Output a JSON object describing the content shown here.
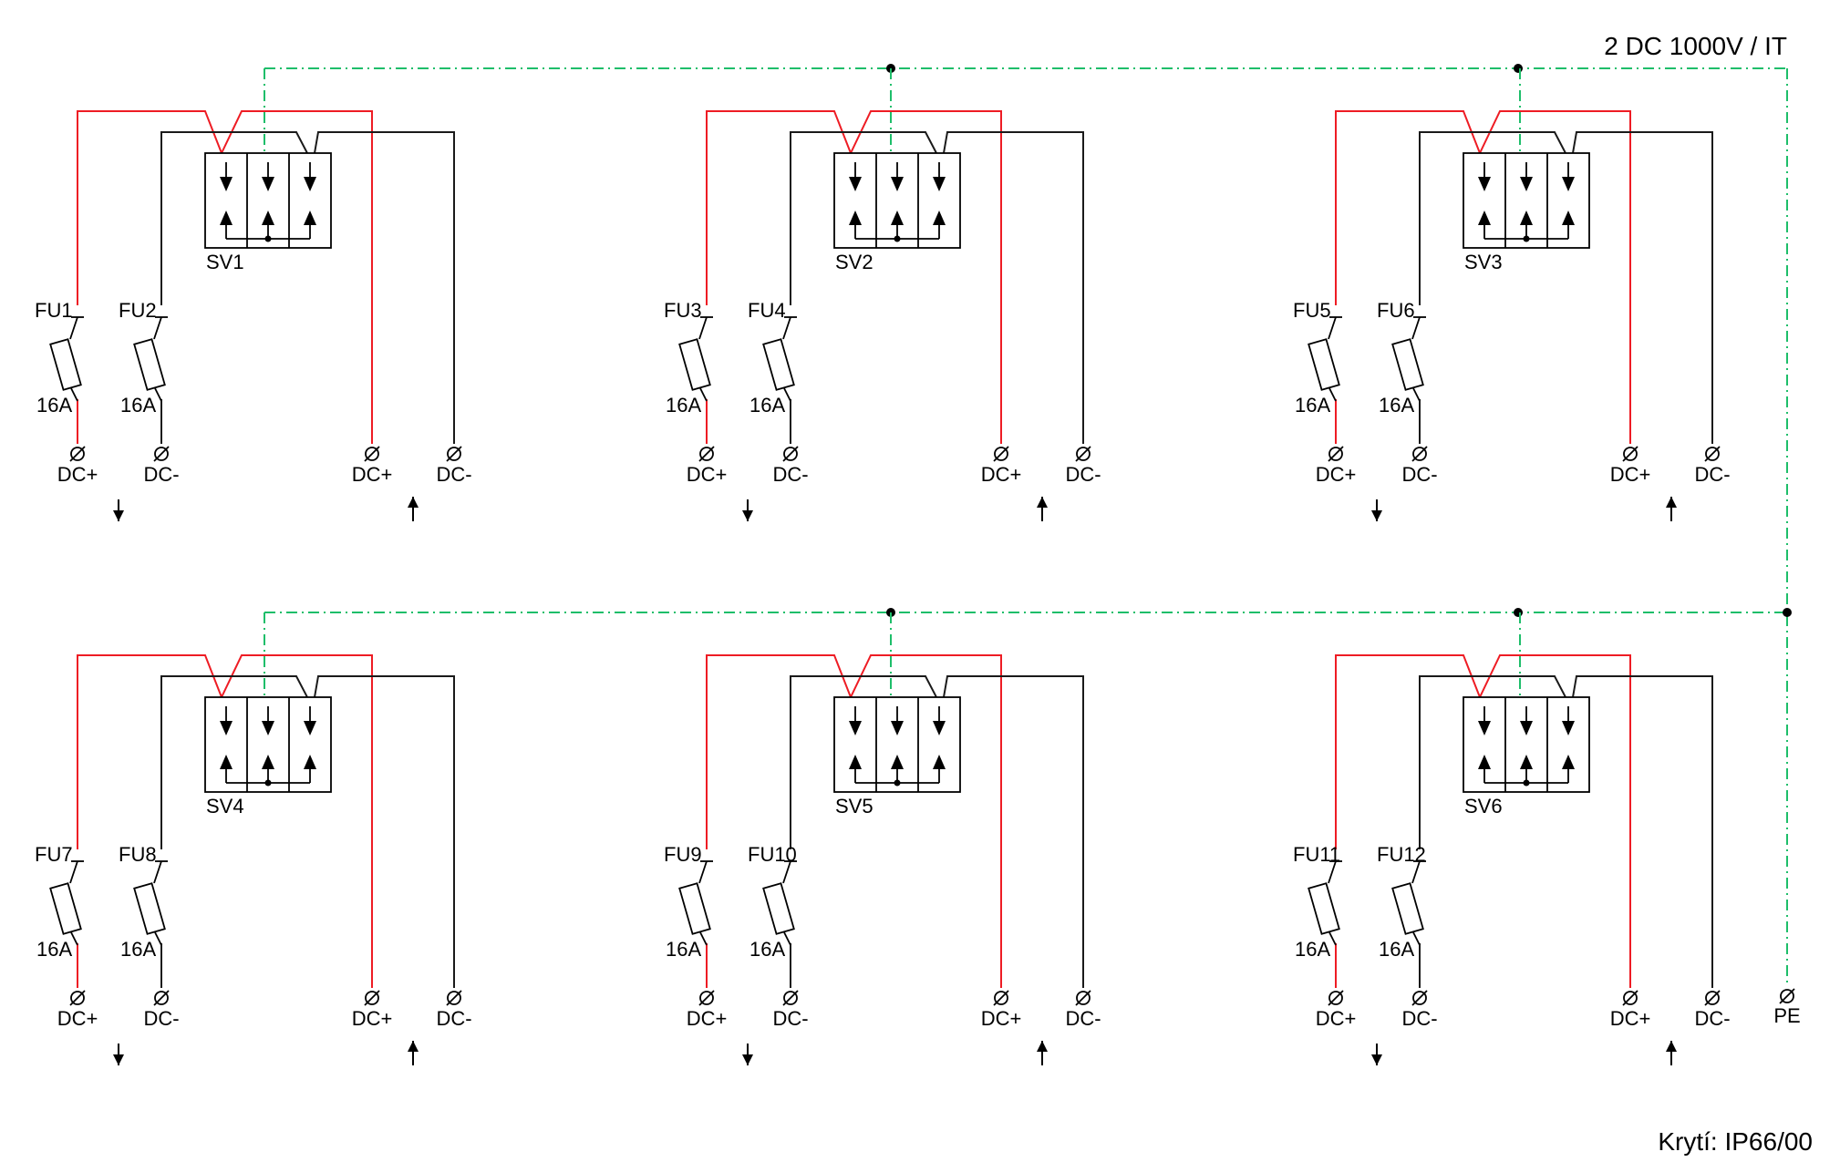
{
  "system_label": "2 DC 1000V / IT",
  "protection_label": "Krytí: IP66/00",
  "pe_label": "PE",
  "colors": {
    "positive_wire": "#ee1c24",
    "negative_wire": "#1a1a1a",
    "ground_wire": "#1ebe6a",
    "symbol": "#000000"
  },
  "modules": [
    {
      "sv": "SV1",
      "fu_pos": "FU1",
      "fu_neg": "FU2",
      "fuse_rating": "16A",
      "in_pos": "DC+",
      "in_neg": "DC-",
      "out_pos": "DC+",
      "out_neg": "DC-"
    },
    {
      "sv": "SV2",
      "fu_pos": "FU3",
      "fu_neg": "FU4",
      "fuse_rating": "16A",
      "in_pos": "DC+",
      "in_neg": "DC-",
      "out_pos": "DC+",
      "out_neg": "DC-"
    },
    {
      "sv": "SV3",
      "fu_pos": "FU5",
      "fu_neg": "FU6",
      "fuse_rating": "16A",
      "in_pos": "DC+",
      "in_neg": "DC-",
      "out_pos": "DC+",
      "out_neg": "DC-"
    },
    {
      "sv": "SV4",
      "fu_pos": "FU7",
      "fu_neg": "FU8",
      "fuse_rating": "16A",
      "in_pos": "DC+",
      "in_neg": "DC-",
      "out_pos": "DC+",
      "out_neg": "DC-"
    },
    {
      "sv": "SV5",
      "fu_pos": "FU9",
      "fu_neg": "FU10",
      "fuse_rating": "16A",
      "in_pos": "DC+",
      "in_neg": "DC-",
      "out_pos": "DC+",
      "out_neg": "DC-"
    },
    {
      "sv": "SV6",
      "fu_pos": "FU11",
      "fu_neg": "FU12",
      "fuse_rating": "16A",
      "in_pos": "DC+",
      "in_neg": "DC-",
      "out_pos": "DC+",
      "out_neg": "DC-"
    }
  ]
}
